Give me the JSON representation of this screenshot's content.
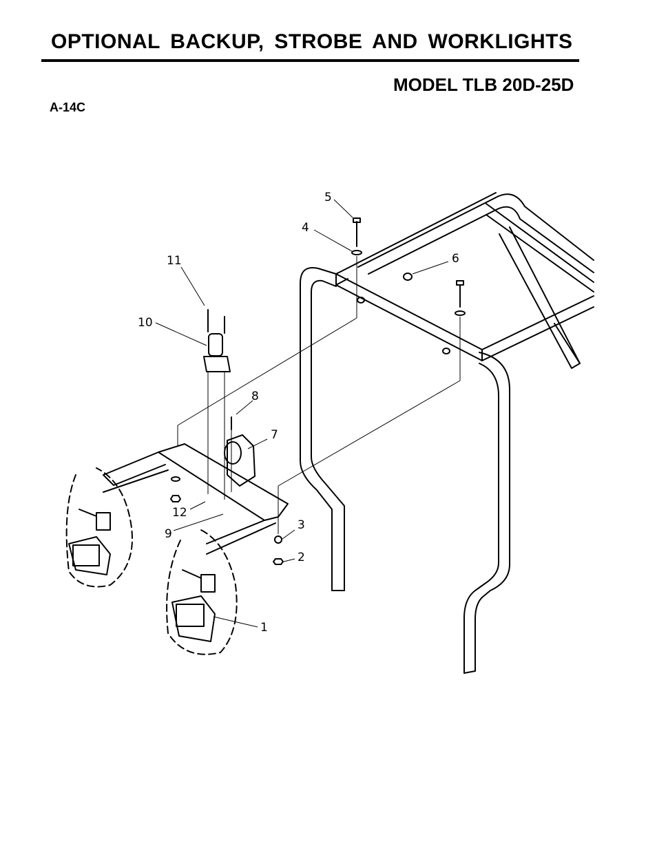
{
  "page": {
    "title": "OPTIONAL BACKUP, STROBE AND WORKLIGHTS",
    "model": "MODEL TLB 20D-25D",
    "figure_ref": "A-14C"
  },
  "callouts": [
    "1",
    "2",
    "3",
    "4",
    "5",
    "6",
    "7",
    "8",
    "9",
    "10",
    "11",
    "12"
  ]
}
